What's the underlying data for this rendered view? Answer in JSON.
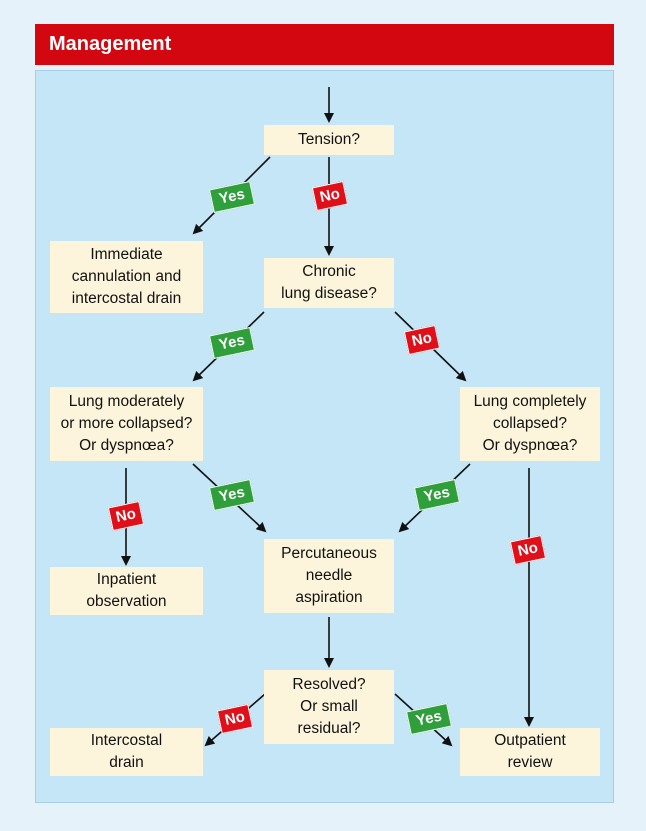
{
  "header": {
    "title": "Management"
  },
  "boxes": {
    "tension": "Tension?",
    "immediate": [
      "Immediate",
      "cannulation and",
      "intercostal drain"
    ],
    "chronic": [
      "Chronic",
      "lung disease?"
    ],
    "moderate": [
      "Lung moderately",
      "or more collapsed?",
      "Or dyspnœa?"
    ],
    "complete": [
      "Lung completely",
      "collapsed?",
      "Or dyspnœa?"
    ],
    "inpatient": [
      "Inpatient",
      "observation"
    ],
    "aspiration": [
      "Percutaneous",
      "needle",
      "aspiration"
    ],
    "resolved": [
      "Resolved?",
      "Or small",
      "residual?"
    ],
    "drain": [
      "Intercostal",
      "drain"
    ],
    "outpatient": [
      "Outpatient",
      "review"
    ]
  },
  "labels": {
    "yes": "Yes",
    "no": "No"
  },
  "colors": {
    "header": "#d2070f",
    "panel": "#c5e6f7",
    "box": "#fdf4dc",
    "yes": "#2e9f3a",
    "no": "#e0101a"
  }
}
